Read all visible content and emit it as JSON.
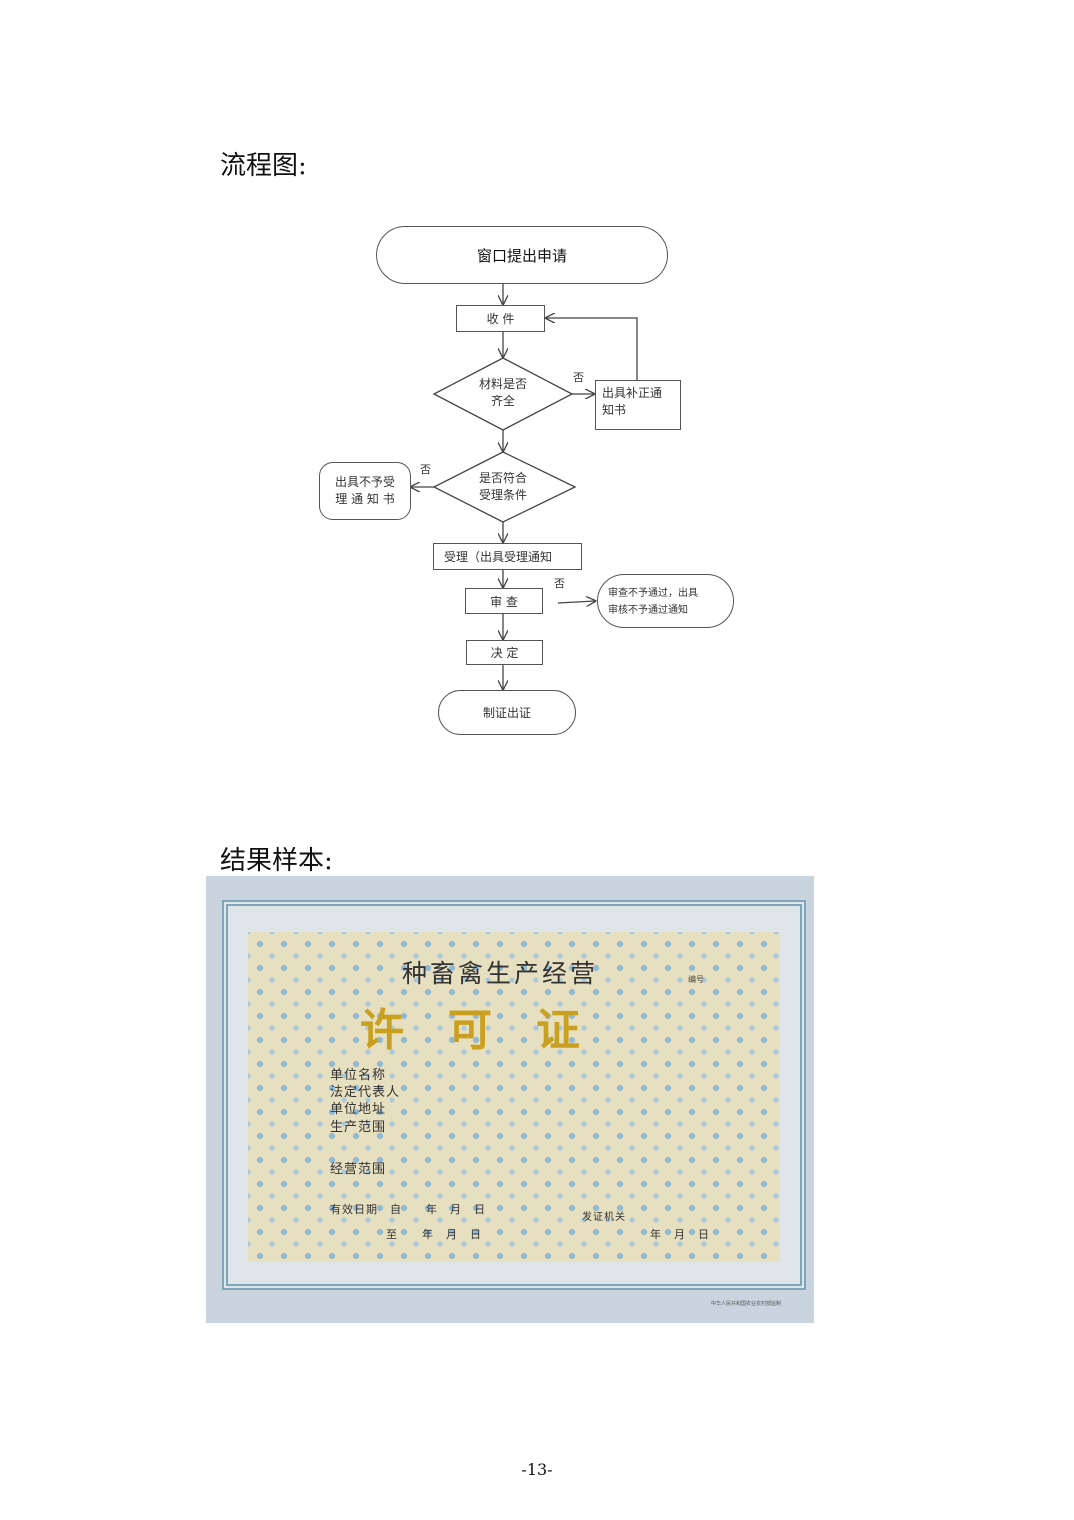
{
  "flow_heading": "流程图:",
  "flowchart": {
    "start": "窗口提出申请",
    "receive": "收 件",
    "check_materials": [
      "材料是否",
      "齐全"
    ],
    "supplement_notice": [
      "出具补正通",
      "知书"
    ],
    "check_conditions": [
      "是否符合",
      "受理条件"
    ],
    "reject_notice": [
      "出具不予受",
      "理 通 知 书"
    ],
    "accept": "受理（出具受理通知",
    "review": "审 查",
    "review_fail": [
      "审查不予通过，出具",
      "审核不予通过通知"
    ],
    "decide": "决 定",
    "issue": "制证出证",
    "no_label": "否"
  },
  "result_heading": "结果样本:",
  "certificate": {
    "title": "种畜禽生产经营",
    "number_label": "编号",
    "main": "许　可　证",
    "fields": [
      "单位名称",
      "法定代表人",
      "单位地址",
      "生产范围",
      "经营范围"
    ],
    "valid_from": "有效日期　自　　年　月　日",
    "valid_to": "至　　年　月　日",
    "issuer": "发证机关",
    "issue_date": "年　月　日",
    "footer": "中华人民共和国农业农村部监制"
  },
  "page_number": "-13-"
}
